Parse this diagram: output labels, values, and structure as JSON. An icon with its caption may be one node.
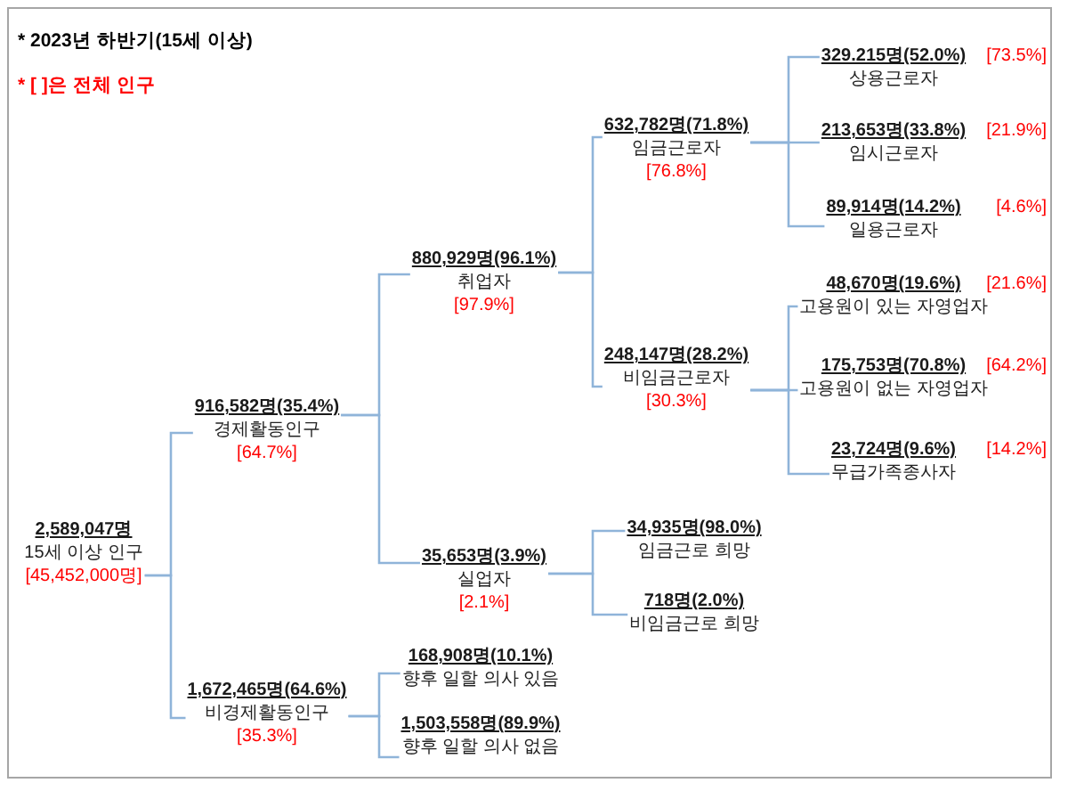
{
  "diagram": {
    "nodes": [
      {
        "text": [
          "2,589,047명",
          "15세 이상 인구",
          "[45,452,000명]"
        ]
      },
      {
        "text": [
          "916,582명(35.4%)",
          "경제활동인구",
          "[64.7%]"
        ]
      },
      {
        "text": [
          "1,672,465명(64.6%)",
          "비경제활동인구",
          "[35.3%]"
        ]
      },
      {
        "text": [
          "880,929명(96.1%)",
          "취업자",
          "[97.9%]"
        ]
      },
      {
        "text": [
          "35,653명(3.9%)",
          "실업자",
          "[2.1%]"
        ]
      },
      {
        "text": [
          "632,782명(71.8%)",
          "임금근로자",
          "[76.8%]"
        ]
      },
      {
        "text": [
          "248,147명(28.2%)",
          "비임금근로자",
          "[30.3%]"
        ]
      },
      {
        "text": [
          "329.215명(52.0%)",
          "상용근로자"
        ],
        "beside": [
          "[73.5%]"
        ]
      },
      {
        "text": [
          "213,653명(33.8%)",
          "임시근로자"
        ],
        "beside": [
          "[21.9%]"
        ]
      },
      {
        "text": [
          "89,914명(14.2%)",
          "일용근로자"
        ],
        "beside": [
          "[4.6%]"
        ]
      },
      {
        "text": [
          "48,670명(19.6%)",
          "고용원이 있는 자영업자"
        ],
        "beside": [
          "[21.6%]"
        ]
      },
      {
        "text": [
          "175,753명(70.8%)",
          "고용원이 없는 자영업자"
        ],
        "beside": [
          "[64.2%]"
        ]
      },
      {
        "text": [
          "23,724명(9.6%)",
          "무급가족종사자"
        ],
        "beside": [
          "[14.2%]"
        ]
      },
      {
        "text": [
          "34,935명(98.0%)",
          "임금근로 희망"
        ]
      },
      {
        "text": [
          "718명(2.0%)",
          "비임금근로 희망"
        ]
      },
      {
        "text": [
          "168,908명(10.1%)",
          "향후 일할 의사 있음"
        ]
      },
      {
        "text": [
          "1,503,558명(89.9%)",
          "향후 일할 의사 없음"
        ]
      }
    ],
    "edges": [
      {
        "from": 0,
        "to": 1,
        "arrow": "none"
      },
      {
        "from": 0,
        "to": 2,
        "arrow": "none"
      },
      {
        "from": 1,
        "to": 3,
        "arrow": "none"
      },
      {
        "from": 1,
        "to": 4,
        "arrow": "none"
      },
      {
        "from": 3,
        "to": 5,
        "arrow": "none"
      },
      {
        "from": 3,
        "to": 6,
        "arrow": "none"
      },
      {
        "from": 5,
        "to": 7,
        "arrow": "none"
      },
      {
        "from": 5,
        "to": 8,
        "arrow": "none"
      },
      {
        "from": 5,
        "to": 9,
        "arrow": "none"
      },
      {
        "from": 6,
        "to": 10,
        "arrow": "none"
      },
      {
        "from": 6,
        "to": 11,
        "arrow": "none"
      },
      {
        "from": 6,
        "to": 12,
        "arrow": "none"
      },
      {
        "from": 4,
        "to": 13,
        "arrow": "none"
      },
      {
        "from": 4,
        "to": 14,
        "arrow": "none"
      },
      {
        "from": 2,
        "to": 15,
        "arrow": "none"
      },
      {
        "from": 2,
        "to": 16,
        "arrow": "none"
      }
    ],
    "labels": [
      "* 2023년 하반기(15세 이상)",
      "* [ ]은 전체 인구"
    ]
  }
}
